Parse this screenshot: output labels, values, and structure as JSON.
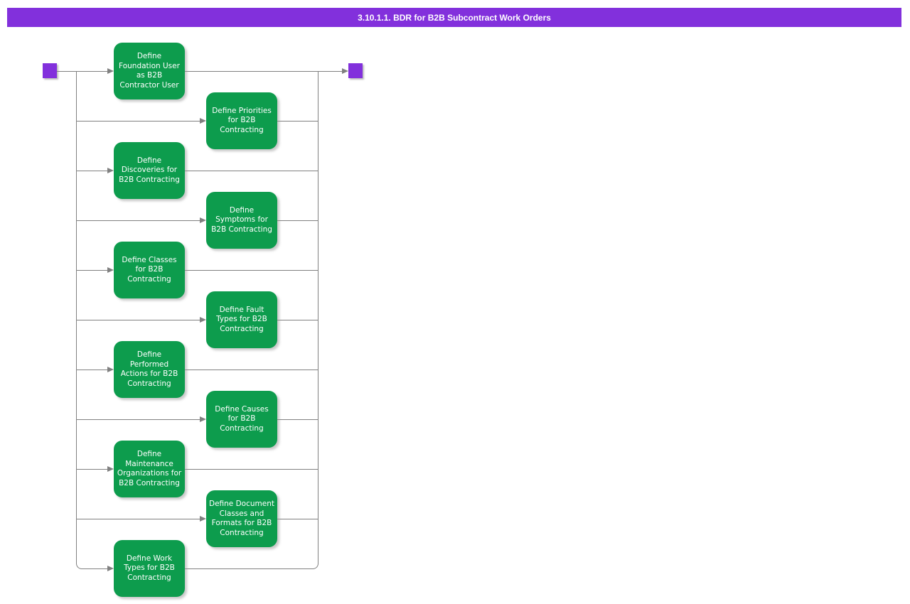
{
  "title_bar": {
    "title": "3.10.1.1. BDR for B2B Subcontract Work Orders"
  },
  "colors": {
    "title_bar_purple": "#8230DC",
    "start_end_node_purple": "#8230DC",
    "activity_green": "#0D9C4D",
    "connector_gray": "#808080",
    "text_white": "#ffffff"
  },
  "activities": [
    {
      "label": "Define\nFoundation User\nas B2B\nContractor User"
    },
    {
      "label": "Define Priorities\nfor B2B\nContracting"
    },
    {
      "label": "Define\nDiscoveries for\nB2B Contracting"
    },
    {
      "label": "Define\nSymptoms for\nB2B Contracting"
    },
    {
      "label": "Define Classes\nfor B2B\nContracting"
    },
    {
      "label": "Define Fault\nTypes for B2B\nContracting"
    },
    {
      "label": "Define\nPerformed\nActions for B2B\nContracting"
    },
    {
      "label": "Define Causes\nfor B2B\nContracting"
    },
    {
      "label": "Define\nMaintenance\nOrganizations for\nB2B Contracting"
    },
    {
      "label": "Define Document\nClasses and\nFormats for B2B\nContracting"
    },
    {
      "label": "Define Work\nTypes for B2B\nContracting"
    }
  ]
}
